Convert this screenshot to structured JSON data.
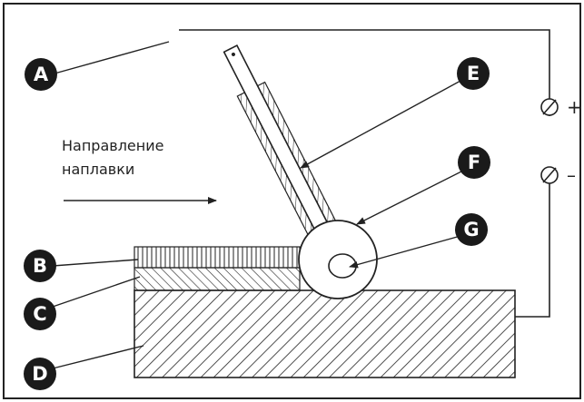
{
  "direction_label": {
    "line1": "Направление",
    "line2": "наплавки"
  },
  "labels": {
    "a": "A",
    "b": "B",
    "c": "C",
    "d": "D",
    "e": "E",
    "f": "F",
    "g": "G"
  },
  "polarity": {
    "plus": "+",
    "minus": "–"
  },
  "colors": {
    "ink": "#222222",
    "label_fill": "#1a1a1a",
    "background": "#ffffff"
  }
}
